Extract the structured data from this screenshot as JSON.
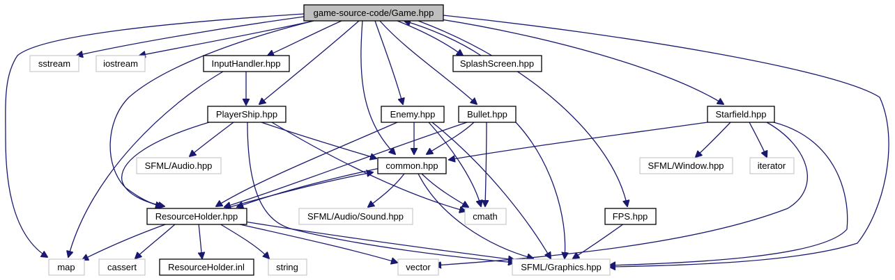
{
  "graph": {
    "title": "game-source-code/Game.hpp",
    "nodes": {
      "game": "game-source-code/Game.hpp",
      "sstream": "sstream",
      "iostream": "iostream",
      "inputhandler": "InputHandler.hpp",
      "splashscreen": "SplashScreen.hpp",
      "playership": "PlayerShip.hpp",
      "enemy": "Enemy.hpp",
      "bullet": "Bullet.hpp",
      "starfield": "Starfield.hpp",
      "sfml_audio": "SFML/Audio.hpp",
      "common": "common.hpp",
      "sfml_window": "SFML/Window.hpp",
      "iterator": "iterator",
      "resourceholder": "ResourceHolder.hpp",
      "sfml_audio_sound": "SFML/Audio/Sound.hpp",
      "cmath": "cmath",
      "fps": "FPS.hpp",
      "map": "map",
      "cassert": "cassert",
      "resourceholder_inl": "ResourceHolder.inl",
      "string": "string",
      "vector": "vector",
      "sfml_graphics": "SFML/Graphics.hpp"
    },
    "colors": {
      "edge": "#191970",
      "root_fill": "#bfbfbf",
      "documented_border": "#000000",
      "external_border": "#bfbfbf"
    }
  }
}
